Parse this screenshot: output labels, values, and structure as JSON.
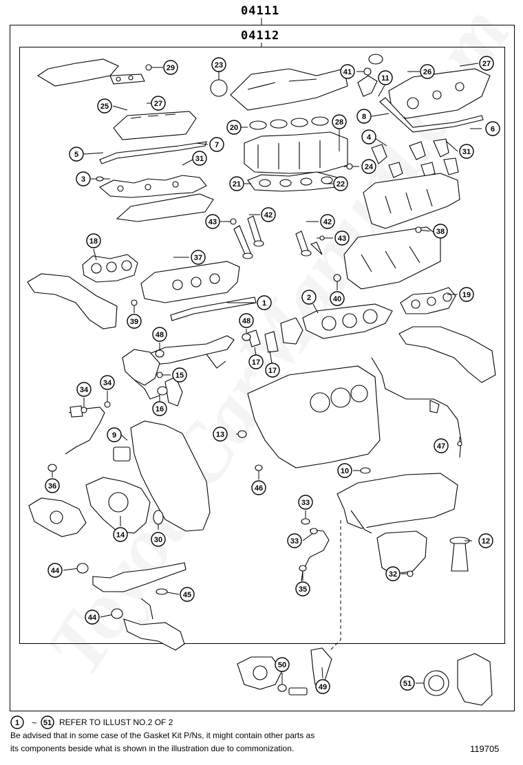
{
  "header": {
    "outer_code": "04111",
    "inner_code": "04112"
  },
  "watermark": "ToyotaCarManual.com",
  "callouts": [
    "29",
    "23",
    "41",
    "11",
    "26",
    "27",
    "25",
    "27",
    "20",
    "8",
    "28",
    "6",
    "5",
    "7",
    "4",
    "31",
    "31",
    "3",
    "21",
    "22",
    "24",
    "42",
    "43",
    "42",
    "43",
    "38",
    "18",
    "37",
    "40",
    "19",
    "1",
    "2",
    "39",
    "48",
    "48",
    "17",
    "17",
    "15",
    "16",
    "34",
    "34",
    "13",
    "47",
    "9",
    "36",
    "10",
    "46",
    "33",
    "14",
    "30",
    "33",
    "12",
    "44",
    "32",
    "35",
    "45",
    "44",
    "50",
    "49",
    "51"
  ],
  "footer": {
    "range_start": "1",
    "range_end": "51",
    "range_sep": "~",
    "refer_text": "REFER TO ILLUST NO.2 OF 2",
    "line1": "Be advised that in some case of the Gasket Kit P/Ns,  it might contain other parts as",
    "line2": "its components beside what is shown in the illustration due to commonization.",
    "illust_number": "119705"
  }
}
